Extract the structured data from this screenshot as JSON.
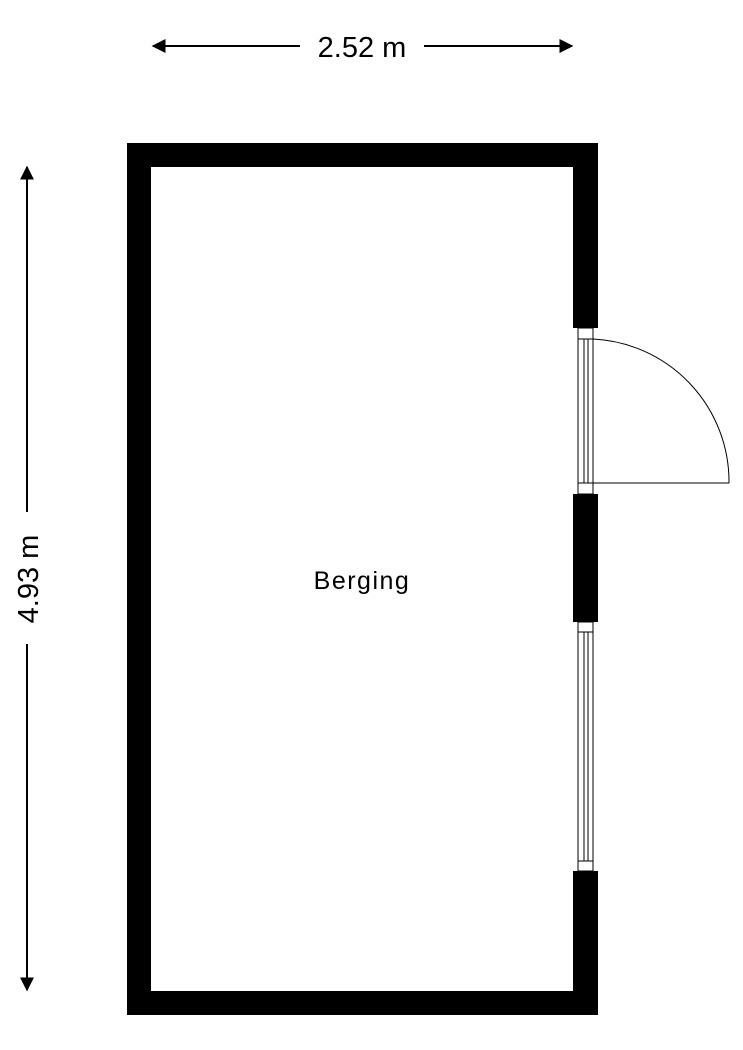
{
  "floorplan": {
    "width_label": "2.52 m",
    "height_label": "4.93 m",
    "room_name": "Berging"
  },
  "colors": {
    "wall": "#000000",
    "background": "#ffffff"
  }
}
